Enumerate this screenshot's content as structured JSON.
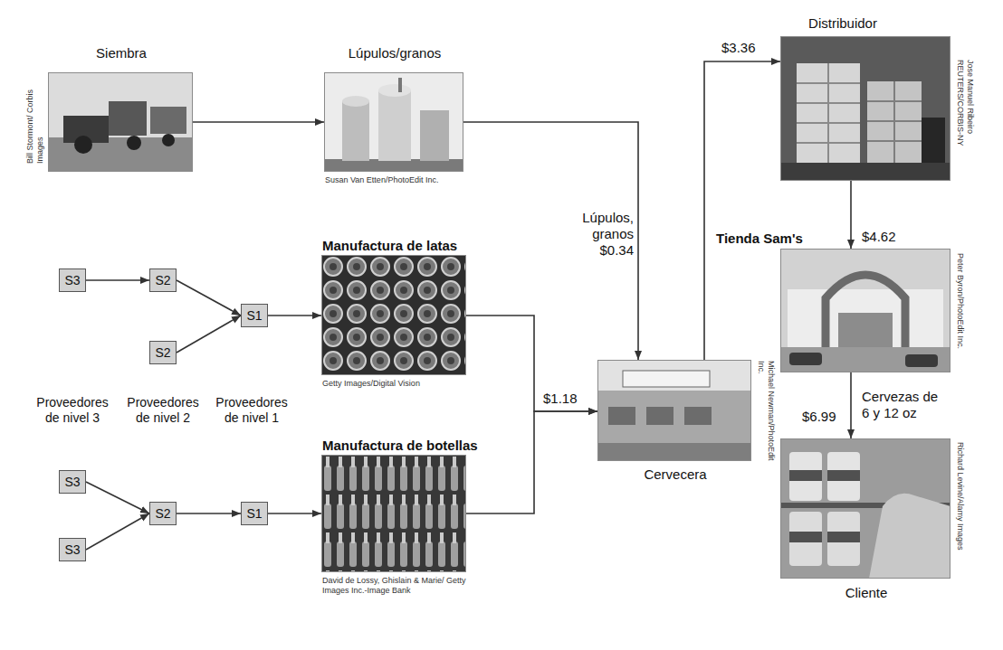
{
  "diagram": {
    "nodes": [
      {
        "text": [
          "Siembra",
          "Bill Stormont/ Corbis Images"
        ]
      },
      {
        "text": [
          "Lúpulos/granos",
          "Susan Van Etten/PhotoEdit Inc."
        ]
      },
      {
        "text": [
          "Distribuidor",
          "Jose Manuel Ribeiro REUTERS/CORBIS-NY"
        ]
      },
      {
        "text": [
          "S3"
        ]
      },
      {
        "text": [
          "S2"
        ]
      },
      {
        "text": [
          "S1"
        ]
      },
      {
        "text": [
          "S2"
        ]
      },
      {
        "text": [
          "Manufactura de latas",
          "Getty Images/Digital Vision"
        ]
      },
      {
        "text": [
          "Tienda Sam's",
          "Peter Byron/PhotoEdit Inc."
        ]
      },
      {
        "text": [
          "Cervecera",
          "Michael Newman/PhotoEdit Inc."
        ]
      },
      {
        "text": [
          "S3"
        ]
      },
      {
        "text": [
          "S2"
        ]
      },
      {
        "text": [
          "S1"
        ]
      },
      {
        "text": [
          "S3"
        ]
      },
      {
        "text": [
          "Manufactura de botellas",
          "David de Lossy, Ghislain & Marie/ Getty Images Inc.-Image Bank"
        ]
      },
      {
        "text": [
          "Cliente",
          "Richard Levine/Alamy Images"
        ]
      }
    ],
    "edges": [
      {
        "from": 0,
        "to": 1,
        "arrow": "to"
      },
      {
        "from": 1,
        "to": 9,
        "label": "Lúpulos, granos $0.34",
        "arrow": "to"
      },
      {
        "from": 3,
        "to": 4,
        "arrow": "to"
      },
      {
        "from": 4,
        "to": 5,
        "arrow": "to"
      },
      {
        "from": 6,
        "to": 5,
        "arrow": "to"
      },
      {
        "from": 5,
        "to": 7,
        "arrow": "to"
      },
      {
        "from": 7,
        "to": 9,
        "label": "$1.18",
        "arrow": "to"
      },
      {
        "from": 14,
        "to": 9,
        "arrow": "to"
      },
      {
        "from": 9,
        "to": 2,
        "label": "$3.36",
        "arrow": "to"
      },
      {
        "from": 2,
        "to": 8,
        "label": "$4.62",
        "arrow": "to"
      },
      {
        "from": 8,
        "to": 15,
        "label": "$6.99",
        "arrow": "to"
      },
      {
        "from": 10,
        "to": 11,
        "arrow": "to"
      },
      {
        "from": 13,
        "to": 11,
        "arrow": "to"
      },
      {
        "from": 11,
        "to": 12,
        "arrow": "to"
      },
      {
        "from": 12,
        "to": 14,
        "arrow": "to"
      }
    ],
    "labels": [
      "Proveedores de nivel 3",
      "Proveedores de nivel 2",
      "Proveedores de nivel 1",
      "Cervezas de 6 y 12 oz"
    ]
  }
}
